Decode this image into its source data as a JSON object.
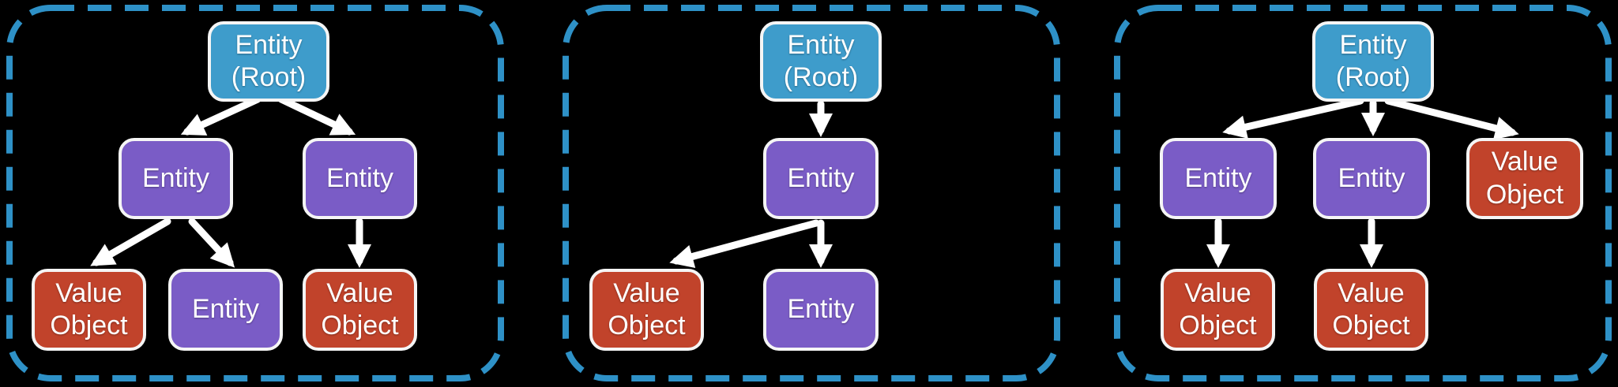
{
  "diagram": {
    "description": "Three aggregate tree diagrams of Entity (Root), Entity and Value Object nodes inside dashed aggregate boundaries",
    "colors": {
      "background": "#000000",
      "panel_border": "#2E91C7",
      "entity_root_fill": "#3E9CCB",
      "entity_fill": "#7A5CC6",
      "value_object_fill": "#C1432B",
      "node_border": "#F5F5F5",
      "arrow": "#FFFFFF",
      "text": "#FFFFFF"
    },
    "panels": [
      {
        "name": "aggregate-1",
        "nodes": [
          {
            "id": "root",
            "type": "entity-root",
            "label": "Entity\n(Root)"
          },
          {
            "id": "entity-left",
            "type": "entity",
            "label": "Entity"
          },
          {
            "id": "entity-right",
            "type": "entity",
            "label": "Entity"
          },
          {
            "id": "value-object-left",
            "type": "value-object",
            "label": "Value\nObject"
          },
          {
            "id": "entity-bottom",
            "type": "entity",
            "label": "Entity"
          },
          {
            "id": "value-object-right",
            "type": "value-object",
            "label": "Value\nObject"
          }
        ],
        "edges": [
          {
            "from": "root",
            "to": "entity-left"
          },
          {
            "from": "root",
            "to": "entity-right"
          },
          {
            "from": "entity-left",
            "to": "value-object-left"
          },
          {
            "from": "entity-left",
            "to": "entity-bottom"
          },
          {
            "from": "entity-right",
            "to": "value-object-right"
          }
        ]
      },
      {
        "name": "aggregate-2",
        "nodes": [
          {
            "id": "root",
            "type": "entity-root",
            "label": "Entity\n(Root)"
          },
          {
            "id": "entity-middle",
            "type": "entity",
            "label": "Entity"
          },
          {
            "id": "value-object",
            "type": "value-object",
            "label": "Value\nObject"
          },
          {
            "id": "entity-bottom",
            "type": "entity",
            "label": "Entity"
          }
        ],
        "edges": [
          {
            "from": "root",
            "to": "entity-middle"
          },
          {
            "from": "entity-middle",
            "to": "value-object"
          },
          {
            "from": "entity-middle",
            "to": "entity-bottom"
          }
        ]
      },
      {
        "name": "aggregate-3",
        "nodes": [
          {
            "id": "root",
            "type": "entity-root",
            "label": "Entity\n(Root)"
          },
          {
            "id": "entity-left",
            "type": "entity",
            "label": "Entity"
          },
          {
            "id": "entity-middle",
            "type": "entity",
            "label": "Entity"
          },
          {
            "id": "value-object-right",
            "type": "value-object",
            "label": "Value\nObject"
          },
          {
            "id": "value-object-left",
            "type": "value-object",
            "label": "Value\nObject"
          },
          {
            "id": "value-object-middle",
            "type": "value-object",
            "label": "Value\nObject"
          }
        ],
        "edges": [
          {
            "from": "root",
            "to": "entity-left"
          },
          {
            "from": "root",
            "to": "entity-middle"
          },
          {
            "from": "root",
            "to": "value-object-right"
          },
          {
            "from": "entity-left",
            "to": "value-object-left"
          },
          {
            "from": "entity-middle",
            "to": "value-object-middle"
          }
        ]
      }
    ]
  }
}
